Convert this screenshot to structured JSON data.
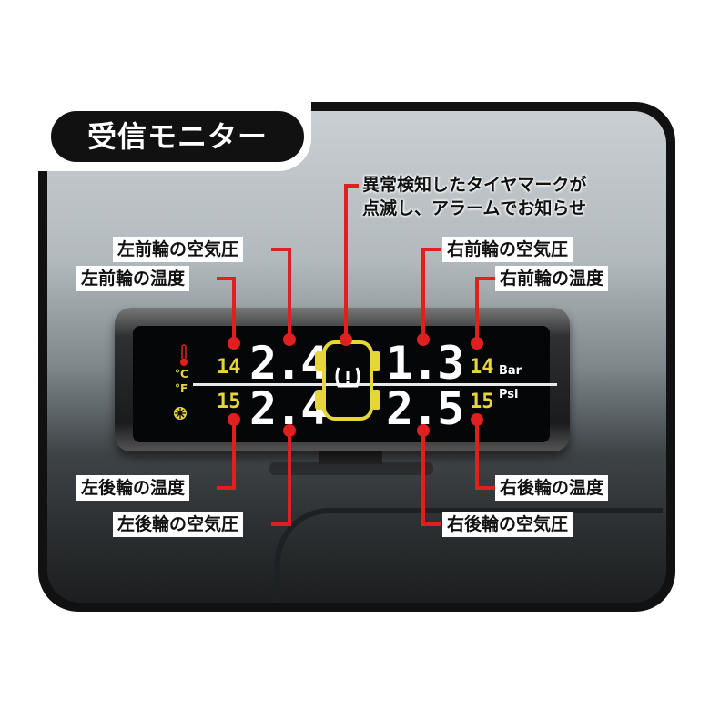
{
  "title": "受信モニター",
  "callouts": {
    "tire_mark": [
      "異常検知したタイヤマークが",
      "点滅し、アラームでお知らせ"
    ],
    "fl_pressure": "左前輪の空気圧",
    "fl_temp": "左前輪の温度",
    "fr_pressure": "右前輪の空気圧",
    "fr_temp": "右前輪の温度",
    "rl_temp": "左後輪の温度",
    "rl_pressure": "左後輪の空気圧",
    "rr_temp": "右後輪の温度",
    "rr_pressure": "右後輪の空気圧"
  },
  "display": {
    "fl_pressure": "2.4",
    "rl_pressure": "2.4",
    "fr_pressure": "1.3",
    "rr_pressure": "2.5",
    "fl_temp": "14",
    "rl_temp": "15",
    "fr_temp": "14",
    "rr_temp": "15",
    "unit_celsius": "°C",
    "unit_fahrenheit": "°F",
    "unit_bar": "Bar",
    "unit_psi": "Psi"
  },
  "colors": {
    "marker": "#e02020",
    "lcd_yellow": "#e7d63a",
    "frame": "#111111"
  },
  "icons": [
    "thermometer-icon",
    "tire-pressure-warning-icon",
    "car-outline-icon",
    "snowflake-icon"
  ]
}
